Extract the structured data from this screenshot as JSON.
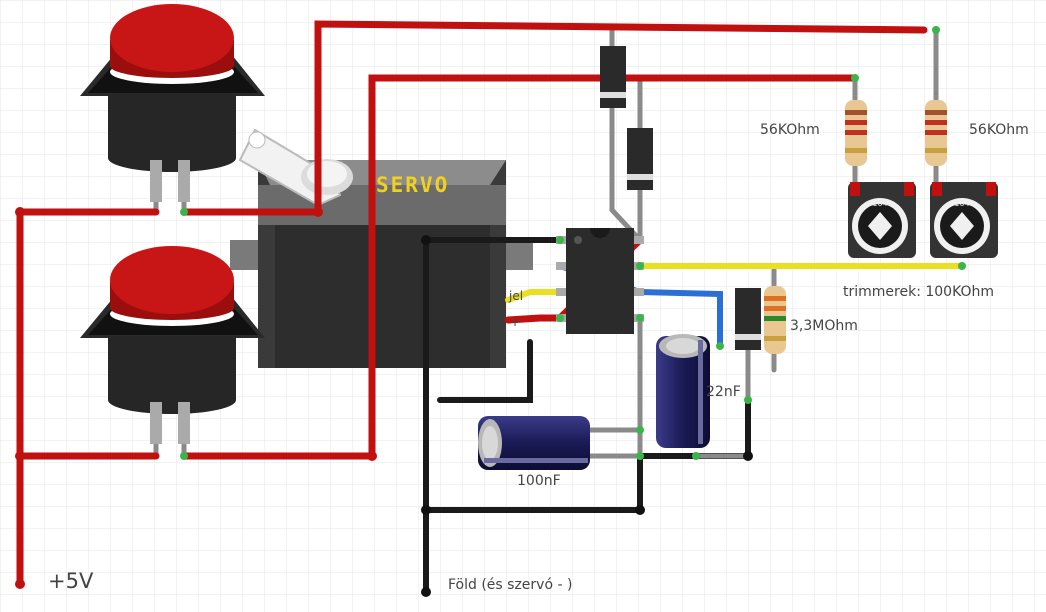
{
  "labels": {
    "servo": "SERVO",
    "resistor_left": "56KOhm",
    "resistor_right": "56KOhm",
    "trimmers": "trimmerek: 100KOhm",
    "resistor_mid": "3,3MOhm",
    "cap_small": "22nF",
    "cap_bottom": "100nF",
    "ground": "Föld (és szervó - )",
    "supply": "+5V",
    "servo_pin_signal": "jel",
    "servo_pin_plus": "+",
    "trim_code_left": "104",
    "trim_code_right": "104"
  },
  "colors": {
    "wire_red": "#c01010",
    "wire_black": "#1a1a1a",
    "wire_blue": "#2a6fd6",
    "wire_yellow": "#e8e020",
    "wire_gray": "#8a8a8a",
    "button_cap": "#c81616",
    "servo_body": "#3a3a3a",
    "servo_label": "#f0d020",
    "cap_body": "#1e1e5a",
    "resistor_body": "#e8c890"
  }
}
